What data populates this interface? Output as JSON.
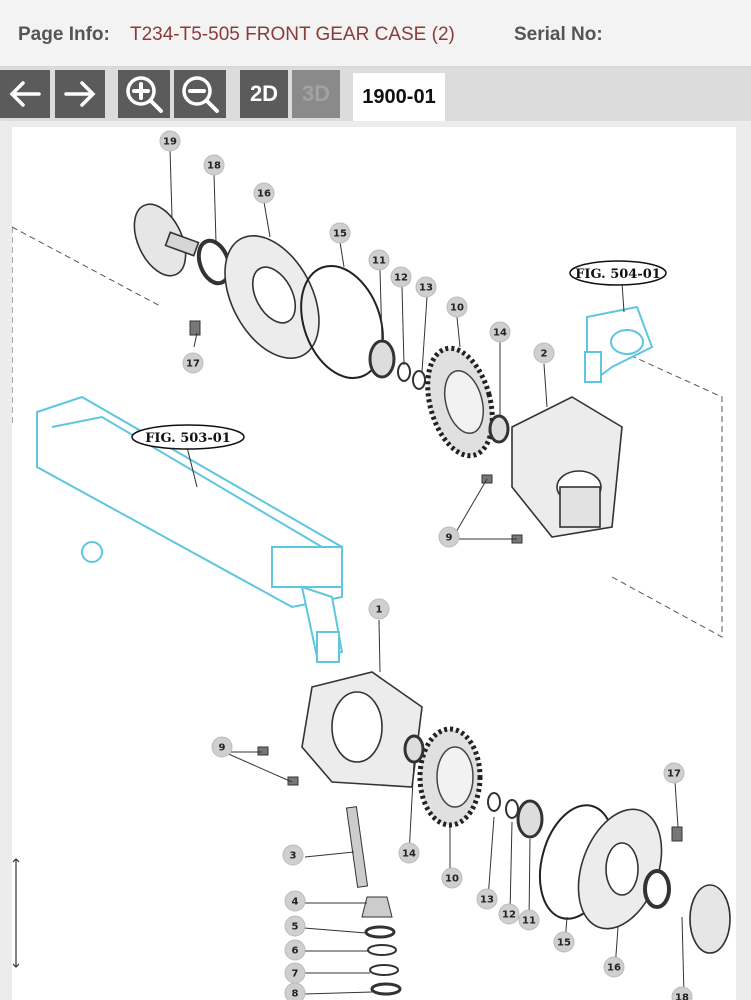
{
  "header": {
    "page_info_label": "Page Info:",
    "page_info_value": "T234-T5-505  FRONT GEAR CASE (2)",
    "serial_label": "Serial No:",
    "serial_value": ""
  },
  "toolbar": {
    "back_icon": "arrow-left-icon",
    "forward_icon": "arrow-right-icon",
    "zoom_in_icon": "zoom-in-icon",
    "zoom_out_icon": "zoom-out-icon",
    "btn_2d": "2D",
    "btn_3d": "3D",
    "tab_label": "1900-01"
  },
  "diagram": {
    "fig_refs": [
      "FIG. 504-01",
      "FIG. 503-01"
    ],
    "callouts": [
      "19",
      "18",
      "16",
      "15",
      "11",
      "12",
      "13",
      "10",
      "14",
      "2",
      "17",
      "9",
      "1",
      "9",
      "14",
      "3",
      "10",
      "13",
      "12",
      "11",
      "15",
      "16",
      "17",
      "18",
      "4",
      "5",
      "6",
      "7",
      "8"
    ]
  },
  "colors": {
    "accent_text": "#8a3b3b",
    "toolbar_btn": "#5b5b5b",
    "cyan_part": "#5fc6e0"
  }
}
